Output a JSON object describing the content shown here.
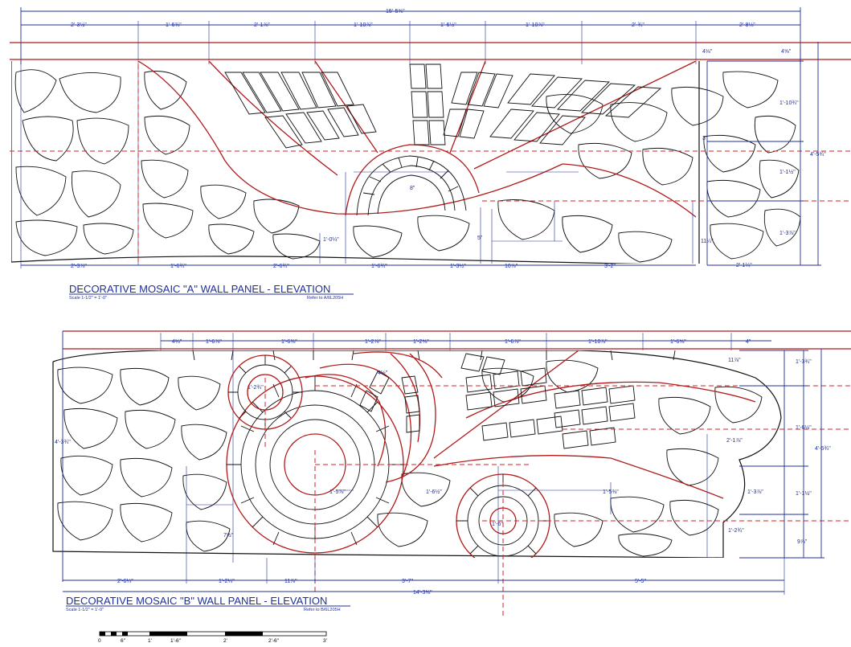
{
  "panel_a": {
    "title": "DECORATIVE MOSAIC \"A\" WALL PANEL - ELEVATION",
    "scale": "Scale 1-1/2\" = 1'-0\"",
    "refer": "Refer to A/6L205H",
    "overall_width": "15'-5⅝\"",
    "top_dims": [
      "2'-3½\"",
      "1'-6⅜\"",
      "2'-1⅞\"",
      "1'-10⅞\"",
      "1'-6½\"",
      "1'-10⅞\"",
      "2'-¾\"",
      "2'-8⅛\""
    ],
    "bottom_dims": [
      "2'-3⅞\"",
      "1'-6¾\"",
      "2'-6¾\"",
      "1'-6¾\"",
      "1'-3½\"",
      "10⅞\"",
      "3'-2\""
    ],
    "right_dims": [
      "4⅝\"",
      "1'-10¾\"",
      "1'-1½\"",
      "1'-3⅞\"",
      "4'-5¾\""
    ],
    "misc_dims": [
      "1'-0¼\"",
      "11¼\"",
      "2'-1¼\"",
      "4⅛\"",
      "5\"",
      "3\"",
      "8\""
    ]
  },
  "panel_b": {
    "title": "DECORATIVE MOSAIC \"B\" WALL PANEL - ELEVATION",
    "scale": "Scale 1-1/2\" = 1'-0\"",
    "refer": "Refer to B/6L205H",
    "overall_width": "14'-3⅝\"",
    "top_dims": [
      "4⅛\"",
      "1'-6⅞\"",
      "1'-6⅜\"",
      "1'-2⅞\"",
      "1'-2⅝\"",
      "1'-6⅞\"",
      "1'-10⅞\"",
      "1'-6⅝\"",
      "4\""
    ],
    "bottom_dims": [
      "2'-6¼\"",
      "1'-2¼\"",
      "11⅞\"",
      "3'-7\"",
      "5'-5\""
    ],
    "left_dim": "4'-3¾\"",
    "right_dims": [
      "1'-3¾\"",
      "1'-6½\"",
      "1'-1½\"",
      "1'-2¾\"",
      "4'-6¾\"",
      "11⅞\"",
      "9⅞\"",
      "2'-1⅞\"",
      "1'-3⅞\""
    ],
    "misc_dims": [
      "4½\"",
      "1'-2¾\"",
      "7½\"",
      "1'-5⅞\"",
      "1'-6½\"",
      "1'-5⅜\"",
      "1'-6\""
    ]
  },
  "scale_bar": {
    "labels": [
      "0",
      "6\"",
      "1'",
      "1'-6\"",
      "2'",
      "2'-6\"",
      "3'"
    ]
  }
}
